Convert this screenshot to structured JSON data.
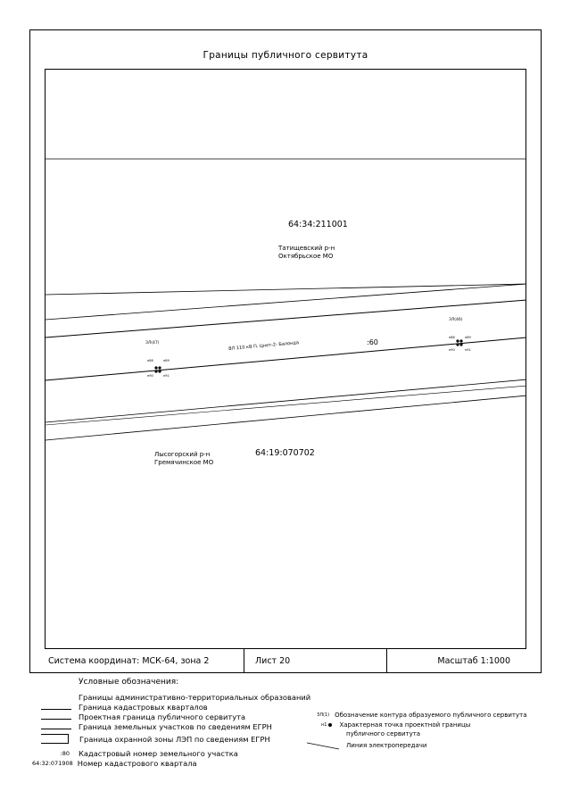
{
  "map": {
    "title": "Границы публичного сервитута",
    "quarter_north": "64:34:211001",
    "district_north_1": "Татищевский р-н",
    "district_north_2": "Октябрьское МО",
    "quarter_south": "64:19:070702",
    "district_south_1": "Лысогорский р-н",
    "district_south_2": "Гремячинское МО",
    "line_label": "ВЛ 110 кВ П. Цнет-2- Балонда",
    "parcel_number": ":60",
    "point_group_left": "ЗЛ(47)",
    "point_group_right": "ЗЛ(46)",
    "point_marks": [
      "н88",
      "н89",
      "н90",
      "н91"
    ]
  },
  "stamp": {
    "coords": "Система координат: МСК-64, зона 2",
    "sheet": "Лист 20",
    "scale": "Масштаб 1:1000"
  },
  "legend": {
    "title": "Условные обозначения:",
    "items_left": [
      "Границы административно-территориальных образований",
      "Граница кадастровых кварталов",
      "Проектная граница публичного сервитута",
      "Граница земельных участков по сведениям ЕГРН",
      "Граница охранной зоны ЛЭП по сведениям ЕГРН",
      "Кадастровый номер земельного участка",
      "Номер кадастрового квартала"
    ],
    "sample_parcel": ":80",
    "sample_quarter": "64:32:071908",
    "items_right": [
      "Обозначение контура образуемого публичного сервитута",
      "Характерная точка проектной границы",
      "публичного сервитута",
      "Линия электропередачи"
    ],
    "sample_contour": "ЗЛ(1)",
    "sample_point": "н1"
  }
}
